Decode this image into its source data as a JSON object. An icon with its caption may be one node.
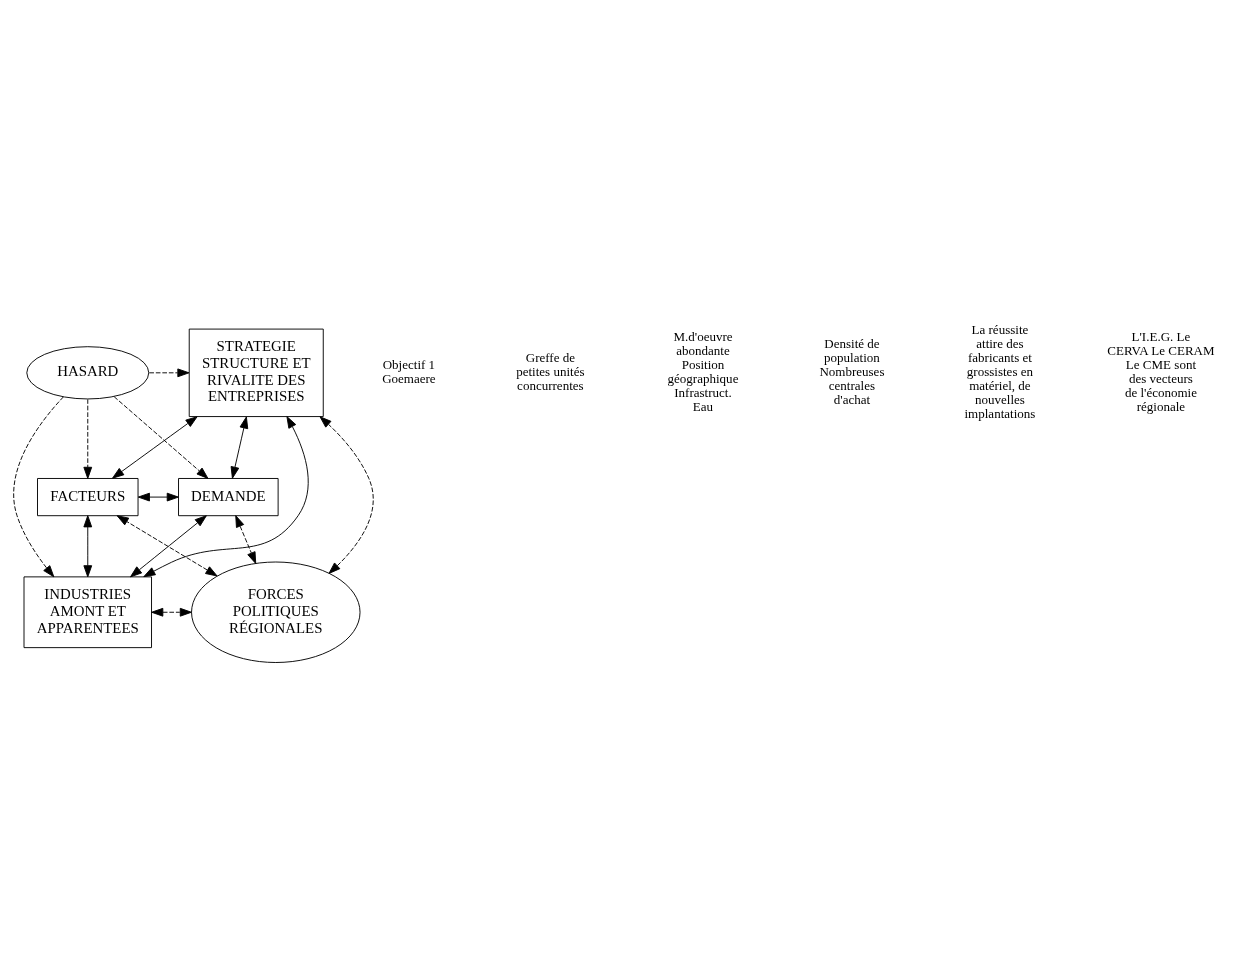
{
  "diagram": {
    "nodes": [
      {
        "text": [
          "HASARD"
        ]
      },
      {
        "text": [
          "STRATEGIE STRUCTURE ET RIVALITE DES ENTREPRISES"
        ]
      },
      {
        "text": [
          "FACTEURS"
        ]
      },
      {
        "text": [
          "DEMANDE"
        ]
      },
      {
        "text": [
          "INDUSTRIES AMONT ET APPARENTEES"
        ]
      },
      {
        "text": [
          "FORCES POLITIQUES RÉGIONALES"
        ]
      }
    ],
    "edges": [
      {
        "from": 0,
        "to": 1,
        "arrow": "to",
        "style": "dashed"
      },
      {
        "from": 0,
        "to": 2,
        "arrow": "to",
        "style": "dashed"
      },
      {
        "from": 0,
        "to": 4,
        "arrow": "to",
        "style": "dashed"
      },
      {
        "from": 0,
        "to": 3,
        "arrow": "to",
        "style": "dashed"
      },
      {
        "from": 1,
        "to": 2,
        "arrow": "both"
      },
      {
        "from": 1,
        "to": 3,
        "arrow": "both"
      },
      {
        "from": 1,
        "to": 4,
        "arrow": "both"
      },
      {
        "from": 2,
        "to": 3,
        "arrow": "both"
      },
      {
        "from": 2,
        "to": 4,
        "arrow": "both"
      },
      {
        "from": 3,
        "to": 4,
        "arrow": "both"
      },
      {
        "from": 5,
        "to": 1,
        "arrow": "both",
        "style": "dashed"
      },
      {
        "from": 5,
        "to": 2,
        "arrow": "both",
        "style": "dashed"
      },
      {
        "from": 3,
        "to": 5,
        "arrow": "both",
        "style": "dashed"
      },
      {
        "from": 4,
        "to": 5,
        "arrow": "both",
        "style": "dashed"
      }
    ],
    "labels": [
      "Objectif 1 Goemaere",
      "Greffe de petites unités concurrentes",
      "M.d'oeuvre abondante Position géographique Infrastruct. Eau",
      "Densité de population Nombreuses centrales d'achat",
      "La réussite attire des fabricants et grossistes en matériel, de nouvelles implantations",
      "L'I.E.G. Le CERVA Le CERAM Le CME sont des vecteurs de l'économie régionale"
    ]
  }
}
